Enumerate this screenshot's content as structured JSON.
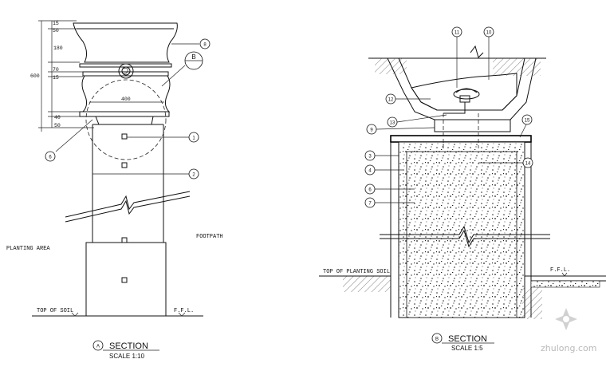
{
  "section_a": {
    "title": "SECTION",
    "scale": "SCALE 1:10",
    "letter": "A",
    "labels": {
      "planting_area": "PLANTING AREA",
      "footpath": "FOOTPATH",
      "top_of_soil": "TOP OF SOIL",
      "ffl": "F.F.L."
    },
    "dims": {
      "d15": "15",
      "d50a": "50",
      "d180": "180",
      "d600": "600",
      "d70": "70",
      "d15b": "15",
      "d40": "40",
      "d50b": "50",
      "d400": "400"
    },
    "callouts": [
      "8",
      "B",
      "1",
      "2",
      "6"
    ]
  },
  "section_b": {
    "title": "SECTION",
    "scale": "SCALE 1:5",
    "letter": "B",
    "labels": {
      "top_of_planting_soil": "TOP OF PLANTING SOIL",
      "ffl": "F.F.L."
    },
    "callouts": [
      "11",
      "10",
      "12",
      "13",
      "9",
      "15",
      "3",
      "4",
      "6",
      "7",
      "14"
    ]
  },
  "watermark": "zhulong.com"
}
